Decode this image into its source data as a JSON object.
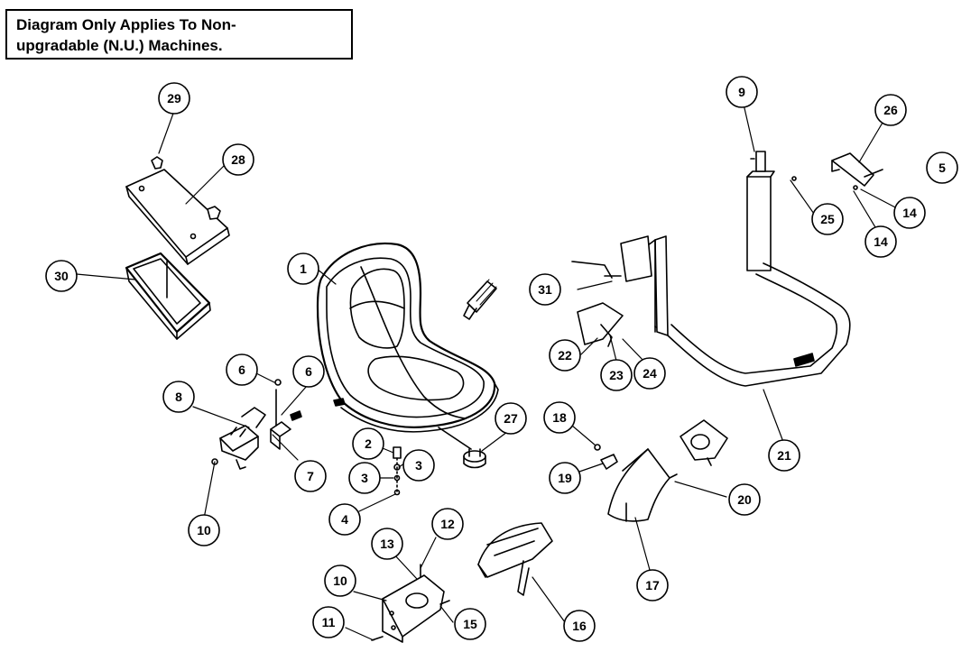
{
  "note": {
    "line1": "Diagram Only Applies To Non-",
    "line2": "upgradable (N.U.) Machines."
  },
  "callouts": [
    "1",
    "2",
    "3",
    "3",
    "4",
    "5",
    "6",
    "6",
    "7",
    "8",
    "9",
    "10",
    "10",
    "11",
    "12",
    "13",
    "14",
    "14",
    "15",
    "16",
    "17",
    "18",
    "19",
    "20",
    "21",
    "22",
    "23",
    "24",
    "25",
    "26",
    "27",
    "28",
    "29",
    "30",
    "31"
  ]
}
